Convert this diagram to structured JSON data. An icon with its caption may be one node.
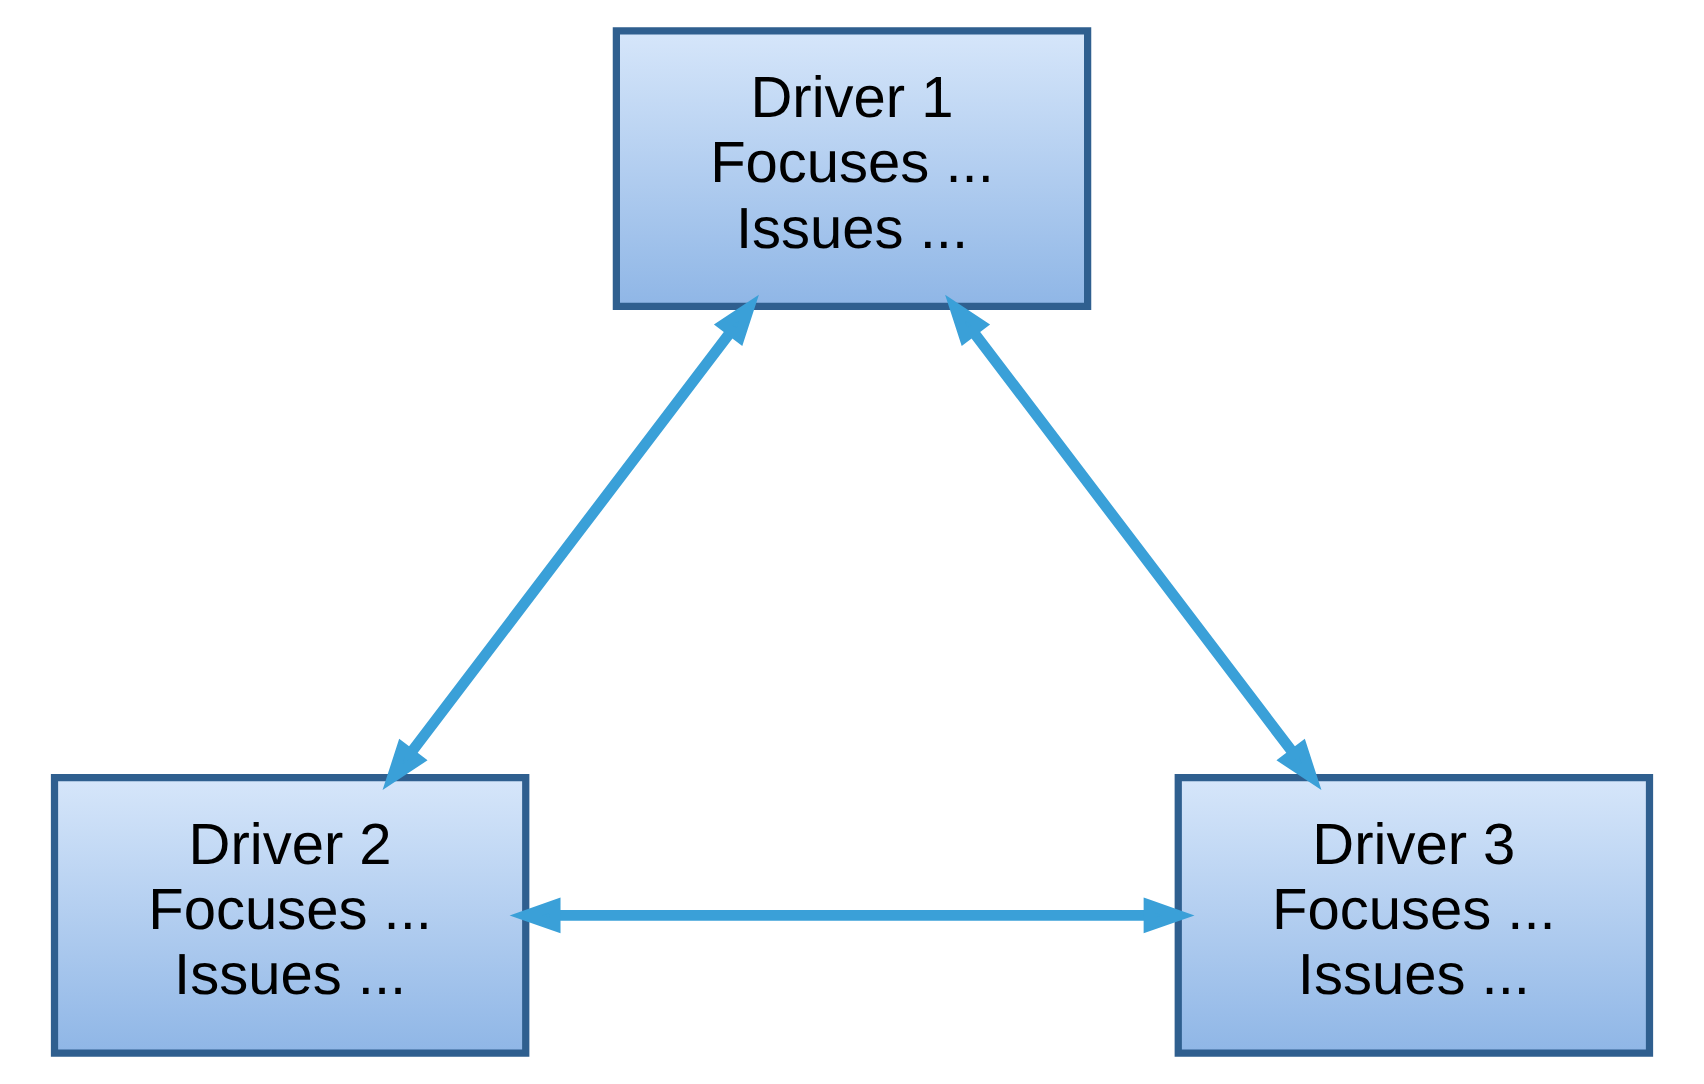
{
  "diagram": {
    "nodes": [
      {
        "text": [
          "Driver 1",
          "Focuses ...",
          "Issues ..."
        ]
      },
      {
        "text": [
          "Driver 2",
          "Focuses ...",
          "Issues ..."
        ]
      },
      {
        "text": [
          "Driver 3",
          "Focuses ...",
          "Issues ..."
        ]
      }
    ],
    "edges": [
      {
        "from": 0,
        "to": 1,
        "arrow": "both"
      },
      {
        "from": 0,
        "to": 2,
        "arrow": "both"
      },
      {
        "from": 1,
        "to": 2,
        "arrow": "both"
      }
    ]
  }
}
